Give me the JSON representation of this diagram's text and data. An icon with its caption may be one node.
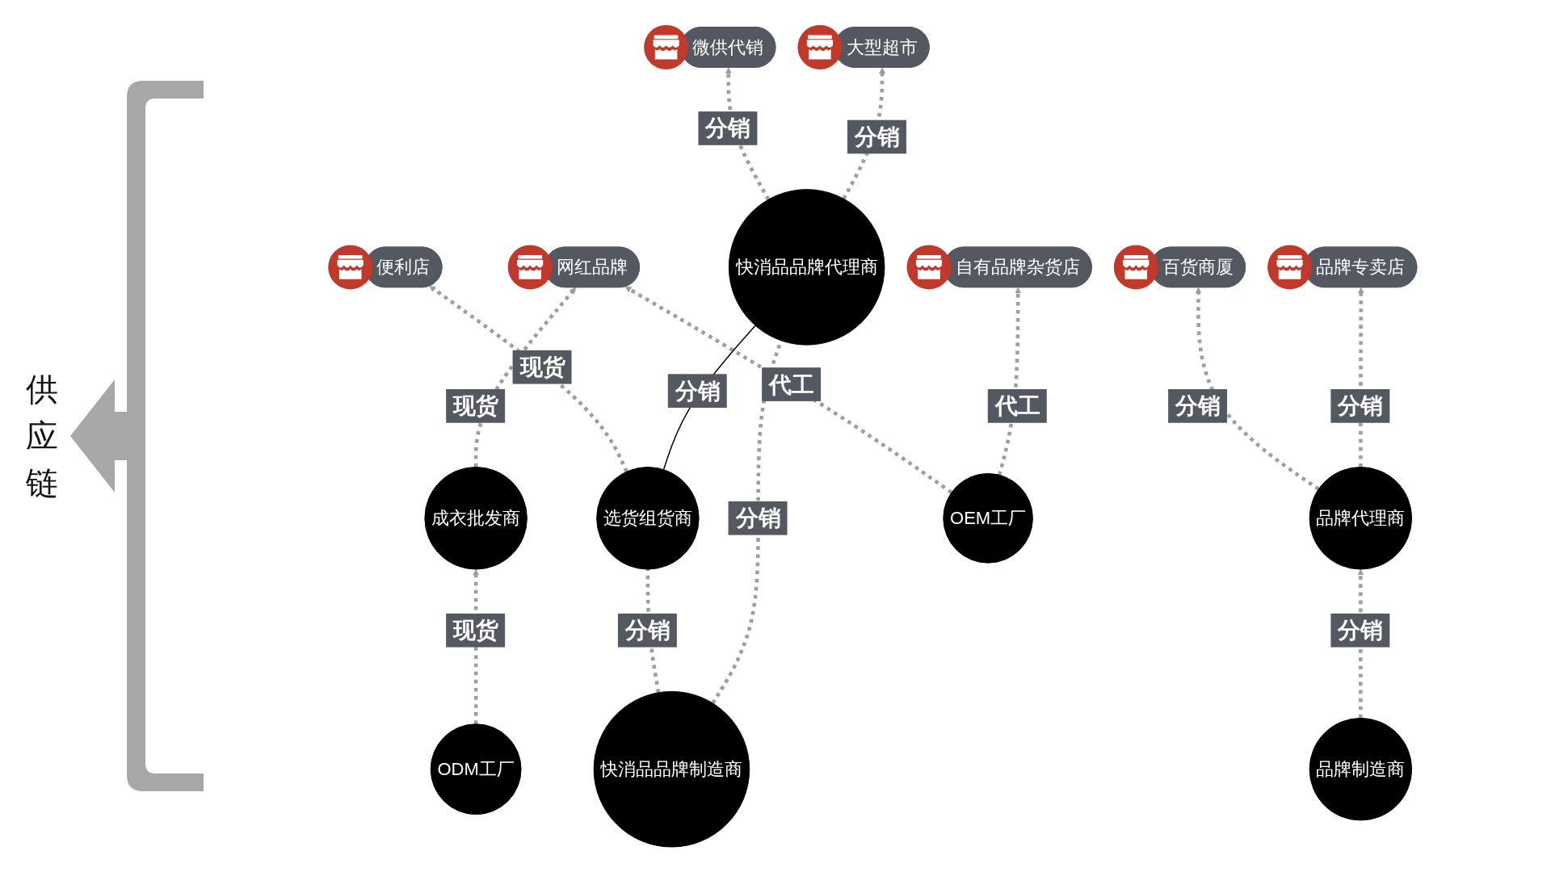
{
  "diagram": {
    "nodes": [
      {
        "text": [
          "网红品牌"
        ]
      },
      {
        "text": [
          "便利店"
        ]
      },
      {
        "text": [
          "自有品牌杂货店"
        ]
      },
      {
        "text": [
          "微供代销"
        ]
      },
      {
        "text": [
          "大型超市"
        ]
      },
      {
        "text": [
          "百货商厦"
        ]
      },
      {
        "text": [
          "品牌专卖店"
        ]
      },
      {
        "text": [
          "成衣批发商"
        ]
      },
      {
        "text": [
          "选货组货商"
        ]
      },
      {
        "text": [
          "快消品品牌代理商"
        ]
      },
      {
        "text": [
          "品牌代理商"
        ]
      },
      {
        "text": [
          "OEM工厂"
        ]
      },
      {
        "text": [
          "ODM工厂"
        ]
      },
      {
        "text": [
          "快消品品牌制造商"
        ]
      },
      {
        "text": [
          "品牌制造商"
        ]
      }
    ],
    "edges": [
      {
        "from": 11,
        "to": 0,
        "arrow": "to",
        "label": "代工",
        "style": "dashed"
      },
      {
        "from": 7,
        "to": 0,
        "arrow": "to",
        "label": "现货",
        "style": "dashed"
      },
      {
        "from": 8,
        "to": 1,
        "arrow": "to",
        "label": "现货",
        "style": "dashed"
      },
      {
        "from": 11,
        "to": 2,
        "arrow": "to",
        "label": "代工",
        "style": "dashed"
      },
      {
        "from": 12,
        "to": 7,
        "arrow": "to",
        "label": "现货",
        "style": "dashed"
      },
      {
        "from": 9,
        "to": 3,
        "arrow": "to",
        "label": "分销",
        "style": "dashed"
      },
      {
        "from": 9,
        "to": 4,
        "arrow": "to",
        "label": "分销",
        "style": "dashed"
      },
      {
        "from": 8,
        "to": 9,
        "arrow": "none",
        "label": "分销",
        "color": "#000000"
      },
      {
        "from": 13,
        "to": 8,
        "arrow": "none",
        "label": "分销",
        "style": "dashed"
      },
      {
        "from": 13,
        "to": 9,
        "arrow": "none",
        "label": "分销",
        "style": "dashed"
      },
      {
        "from": 10,
        "to": 5,
        "arrow": "to",
        "label": "分销",
        "style": "dashed"
      },
      {
        "from": 10,
        "to": 6,
        "arrow": "to",
        "label": "分销",
        "style": "dashed"
      },
      {
        "from": 14,
        "to": 10,
        "arrow": "to",
        "label": "分销",
        "style": "dashed"
      }
    ],
    "labels": [
      "供应链"
    ]
  }
}
